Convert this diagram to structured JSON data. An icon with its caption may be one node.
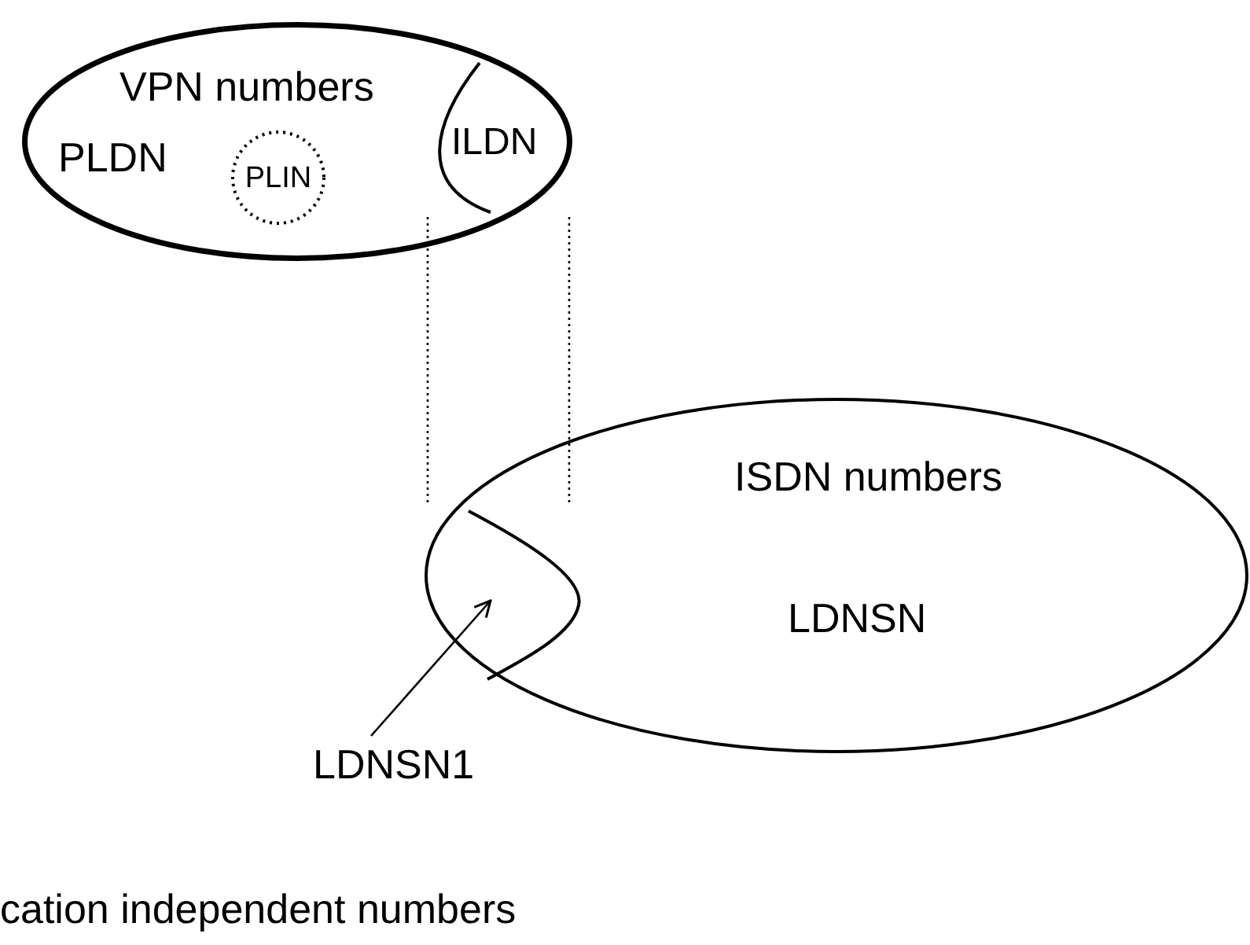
{
  "diagram": {
    "nodes": [
      {
        "text": [
          "VPN numbers",
          "PLDN"
        ]
      },
      {
        "text": [
          "PLIN"
        ],
        "in": 0
      },
      {
        "text": [
          "ILDN"
        ],
        "in": 0
      },
      {
        "text": [
          "ISDN numbers",
          "LDNSN"
        ]
      },
      {
        "text": [],
        "shape": "segment",
        "in": 3
      },
      {
        "text": [
          "LDNSN1"
        ]
      }
    ],
    "edges": [
      {
        "from": 2,
        "to": 4,
        "arrow": "none",
        "style": "dashed"
      },
      {
        "from": 2,
        "to": 4,
        "arrow": "none",
        "style": "dashed"
      },
      {
        "from": 5,
        "to": 4,
        "arrow": "to"
      }
    ],
    "labels": [
      "cation independent numbers"
    ]
  }
}
